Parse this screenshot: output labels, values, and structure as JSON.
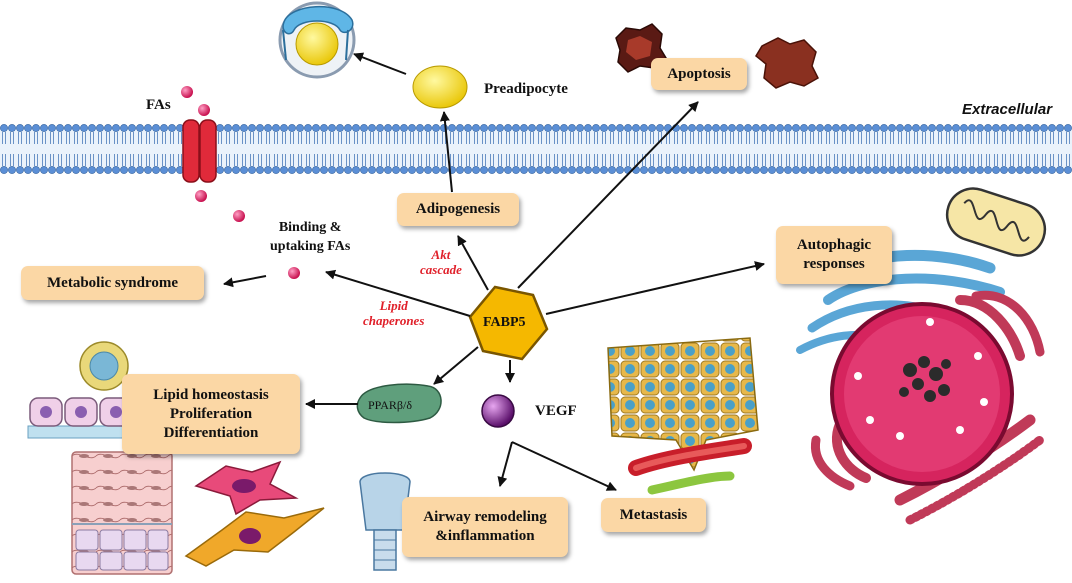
{
  "compartment": {
    "extracellular": "Extracellular"
  },
  "center": {
    "label": "FABP5"
  },
  "boxes": {
    "apoptosis": "Apoptosis",
    "adipogenesis": "Adipogenesis",
    "autophagic": "Autophagic\nresponses",
    "metabolic": "Metabolic syndrome",
    "lipid": "Lipid homeostasis\nProliferation\nDifferentiation",
    "airway": "Airway remodeling\n&inflammation",
    "metastasis": "Metastasis"
  },
  "labels": {
    "fas": "FAs",
    "preadipocyte": "Preadipocyte",
    "binding": "Binding &\nuptaking FAs",
    "vegf": "VEGF",
    "ppar": "PPARβ/δ"
  },
  "mechanisms": {
    "akt": "Akt\ncascade",
    "chaperones": "Lipid\nchaperones"
  },
  "colors": {
    "box_fill": "#fbd7a5",
    "membrane": "#5b8fd6",
    "fabp5": "#f5b800",
    "mechanism_text": "#e0202a",
    "nucleus": "#d6245e",
    "vegf": "#7b1a8c"
  }
}
